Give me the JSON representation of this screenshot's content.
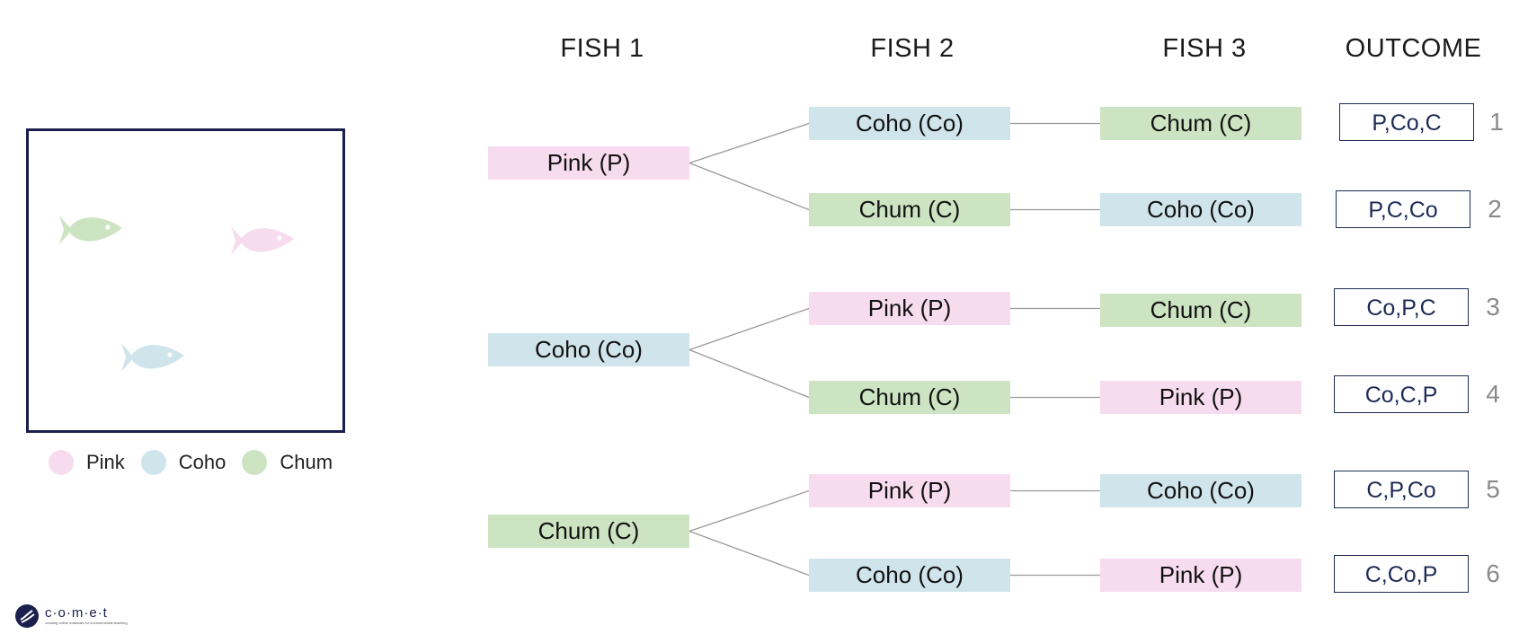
{
  "headers": {
    "fish1": "FISH 1",
    "fish2": "FISH 2",
    "fish3": "FISH 3",
    "outcome": "OUTCOME"
  },
  "colors": {
    "pink": "#f7dcef",
    "coho": "#d0e5eb",
    "chum": "#cde4c2",
    "outcome_border": "#1e2a55",
    "tank_border": "#1b1f4d",
    "line": "#999999"
  },
  "fish1": [
    {
      "label": "Pink (P)",
      "color": "pink"
    },
    {
      "label": "Coho (Co)",
      "color": "coho"
    },
    {
      "label": "Chum (C)",
      "color": "chum"
    }
  ],
  "fish2": [
    {
      "label": "Coho (Co)",
      "color": "coho"
    },
    {
      "label": "Chum (C)",
      "color": "chum"
    },
    {
      "label": "Pink (P)",
      "color": "pink"
    },
    {
      "label": "Chum (C)",
      "color": "chum"
    },
    {
      "label": "Pink (P)",
      "color": "pink"
    },
    {
      "label": "Coho (Co)",
      "color": "coho"
    }
  ],
  "fish3": [
    {
      "label": "Chum (C)",
      "color": "chum"
    },
    {
      "label": "Coho (Co)",
      "color": "coho"
    },
    {
      "label": "Chum (C)",
      "color": "chum"
    },
    {
      "label": "Pink (P)",
      "color": "pink"
    },
    {
      "label": "Coho (Co)",
      "color": "coho"
    },
    {
      "label": "Pink (P)",
      "color": "pink"
    }
  ],
  "outcomes": [
    {
      "text": "P,Co,C",
      "number": "1"
    },
    {
      "text": "P,C,Co",
      "number": "2"
    },
    {
      "text": "Co,P,C",
      "number": "3"
    },
    {
      "text": "Co,C,P",
      "number": "4"
    },
    {
      "text": "C,P,Co",
      "number": "5"
    },
    {
      "text": "C,Co,P",
      "number": "6"
    }
  ],
  "tank": {
    "fish": [
      {
        "name": "chum-fish-icon",
        "color": "chum"
      },
      {
        "name": "pink-fish-icon",
        "color": "pink"
      },
      {
        "name": "coho-fish-icon",
        "color": "coho"
      }
    ]
  },
  "legend": [
    {
      "label": "Pink",
      "color": "pink"
    },
    {
      "label": "Coho",
      "color": "coho"
    },
    {
      "label": "Chum",
      "color": "chum"
    }
  ],
  "logo": {
    "name": "c·o·m·e·t",
    "tagline": "creating online materials for environmental teaching"
  }
}
